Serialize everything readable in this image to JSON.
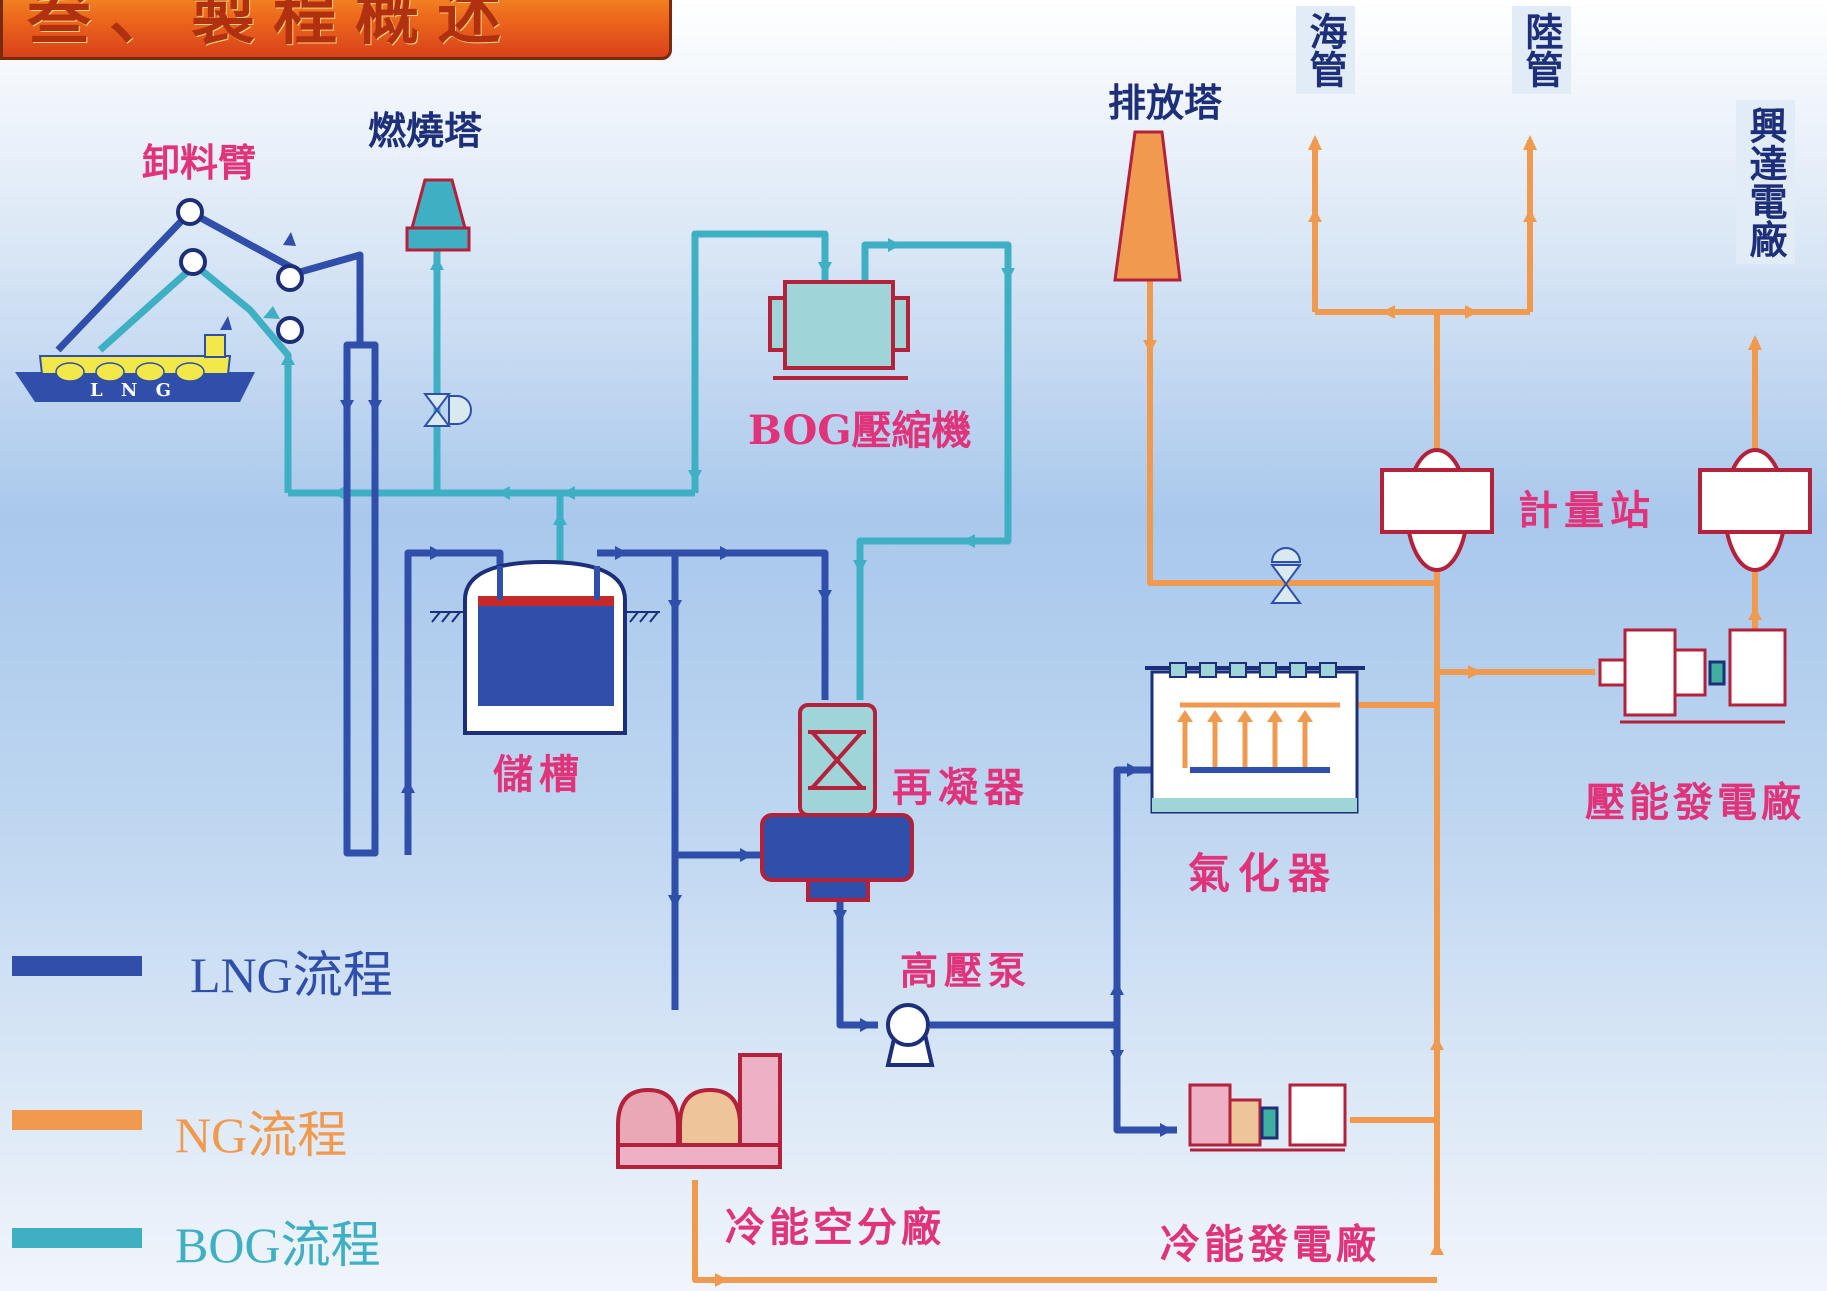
{
  "title": "叁、製程概述",
  "labels": {
    "unloading_arm": "卸料臂",
    "flare_tower": "燃燒塔",
    "vent_stack": "排放塔",
    "sea_pipe": "海管",
    "land_pipe": "陸管",
    "hsingta_plant": "興達電廠",
    "bog_compressor": "BOG壓縮機",
    "metering_station": "計量站",
    "storage_tank": "儲槽",
    "recondenser": "再凝器",
    "vaporizer": "氣化器",
    "high_pressure_pump": "高壓泵",
    "pressure_energy_power_plant": "壓能發電廠",
    "cold_energy_air_separation": "冷能空分廠",
    "cold_energy_power_plant": "冷能發電廠",
    "ship_text": "L N G"
  },
  "legend": [
    {
      "label": "LNG流程",
      "color": "#2f4faa"
    },
    {
      "label": "NG流程",
      "color": "#ef9a4e"
    },
    {
      "label": "BOG流程",
      "color": "#3fb0c4"
    }
  ],
  "colors": {
    "lng": "#2f4faa",
    "ng": "#ef9a4e",
    "bog": "#3fb0c4",
    "label_pink": "#e0337a",
    "label_navy": "#1d2f78",
    "equipment_outline": "#b3213a"
  }
}
